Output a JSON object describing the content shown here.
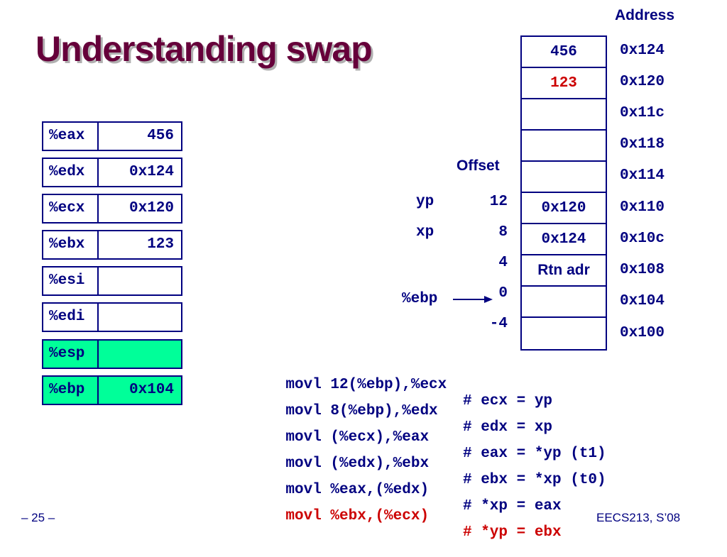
{
  "title": "Understanding swap",
  "address_header": "Address",
  "offset_header": "Offset",
  "registers": [
    {
      "name": "%eax",
      "value": "456",
      "highlight": false
    },
    {
      "name": "%edx",
      "value": "0x124",
      "highlight": false
    },
    {
      "name": "%ecx",
      "value": "0x120",
      "highlight": false
    },
    {
      "name": "%ebx",
      "value": "123",
      "highlight": false
    },
    {
      "name": "%esi",
      "value": "",
      "highlight": false
    },
    {
      "name": "%edi",
      "value": "",
      "highlight": false
    },
    {
      "name": "%esp",
      "value": "",
      "highlight": true
    },
    {
      "name": "%ebp",
      "value": "0x104",
      "highlight": true
    }
  ],
  "stack_cells": [
    "456",
    "123",
    "",
    "",
    "",
    "0x120",
    "0x124",
    "Rtn adr",
    "",
    ""
  ],
  "addresses": [
    "0x124",
    "0x120",
    "0x11c",
    "0x118",
    "0x114",
    "0x110",
    "0x10c",
    "0x108",
    "0x104",
    "0x100"
  ],
  "offsets": [
    "12",
    "8",
    "4",
    "0",
    "-4"
  ],
  "param_labels": {
    "yp": "yp",
    "xp": "xp",
    "ebp": "%ebp"
  },
  "code": [
    {
      "instr": "movl 12(%ebp),%ecx",
      "comment": "# ecx = yp",
      "highlight": false
    },
    {
      "instr": "movl 8(%ebp),%edx",
      "comment": "# edx = xp",
      "highlight": false
    },
    {
      "instr": "movl (%ecx),%eax",
      "comment": "# eax = *yp (t1)",
      "highlight": false
    },
    {
      "instr": "movl (%edx),%ebx",
      "comment": "# ebx = *xp (t0)",
      "highlight": false
    },
    {
      "instr": "movl %eax,(%edx)",
      "comment": "# *xp = eax",
      "highlight": false
    },
    {
      "instr": "movl %ebx,(%ecx)",
      "comment": "# *yp = ebx",
      "highlight": true
    }
  ],
  "footer_left": "– 25 –",
  "footer_right": "EECS213, S’08",
  "colors": {
    "text": "#000080",
    "title": "#66003a",
    "highlight_fill": "#00ff99",
    "highlight_text": "#cc0000"
  }
}
